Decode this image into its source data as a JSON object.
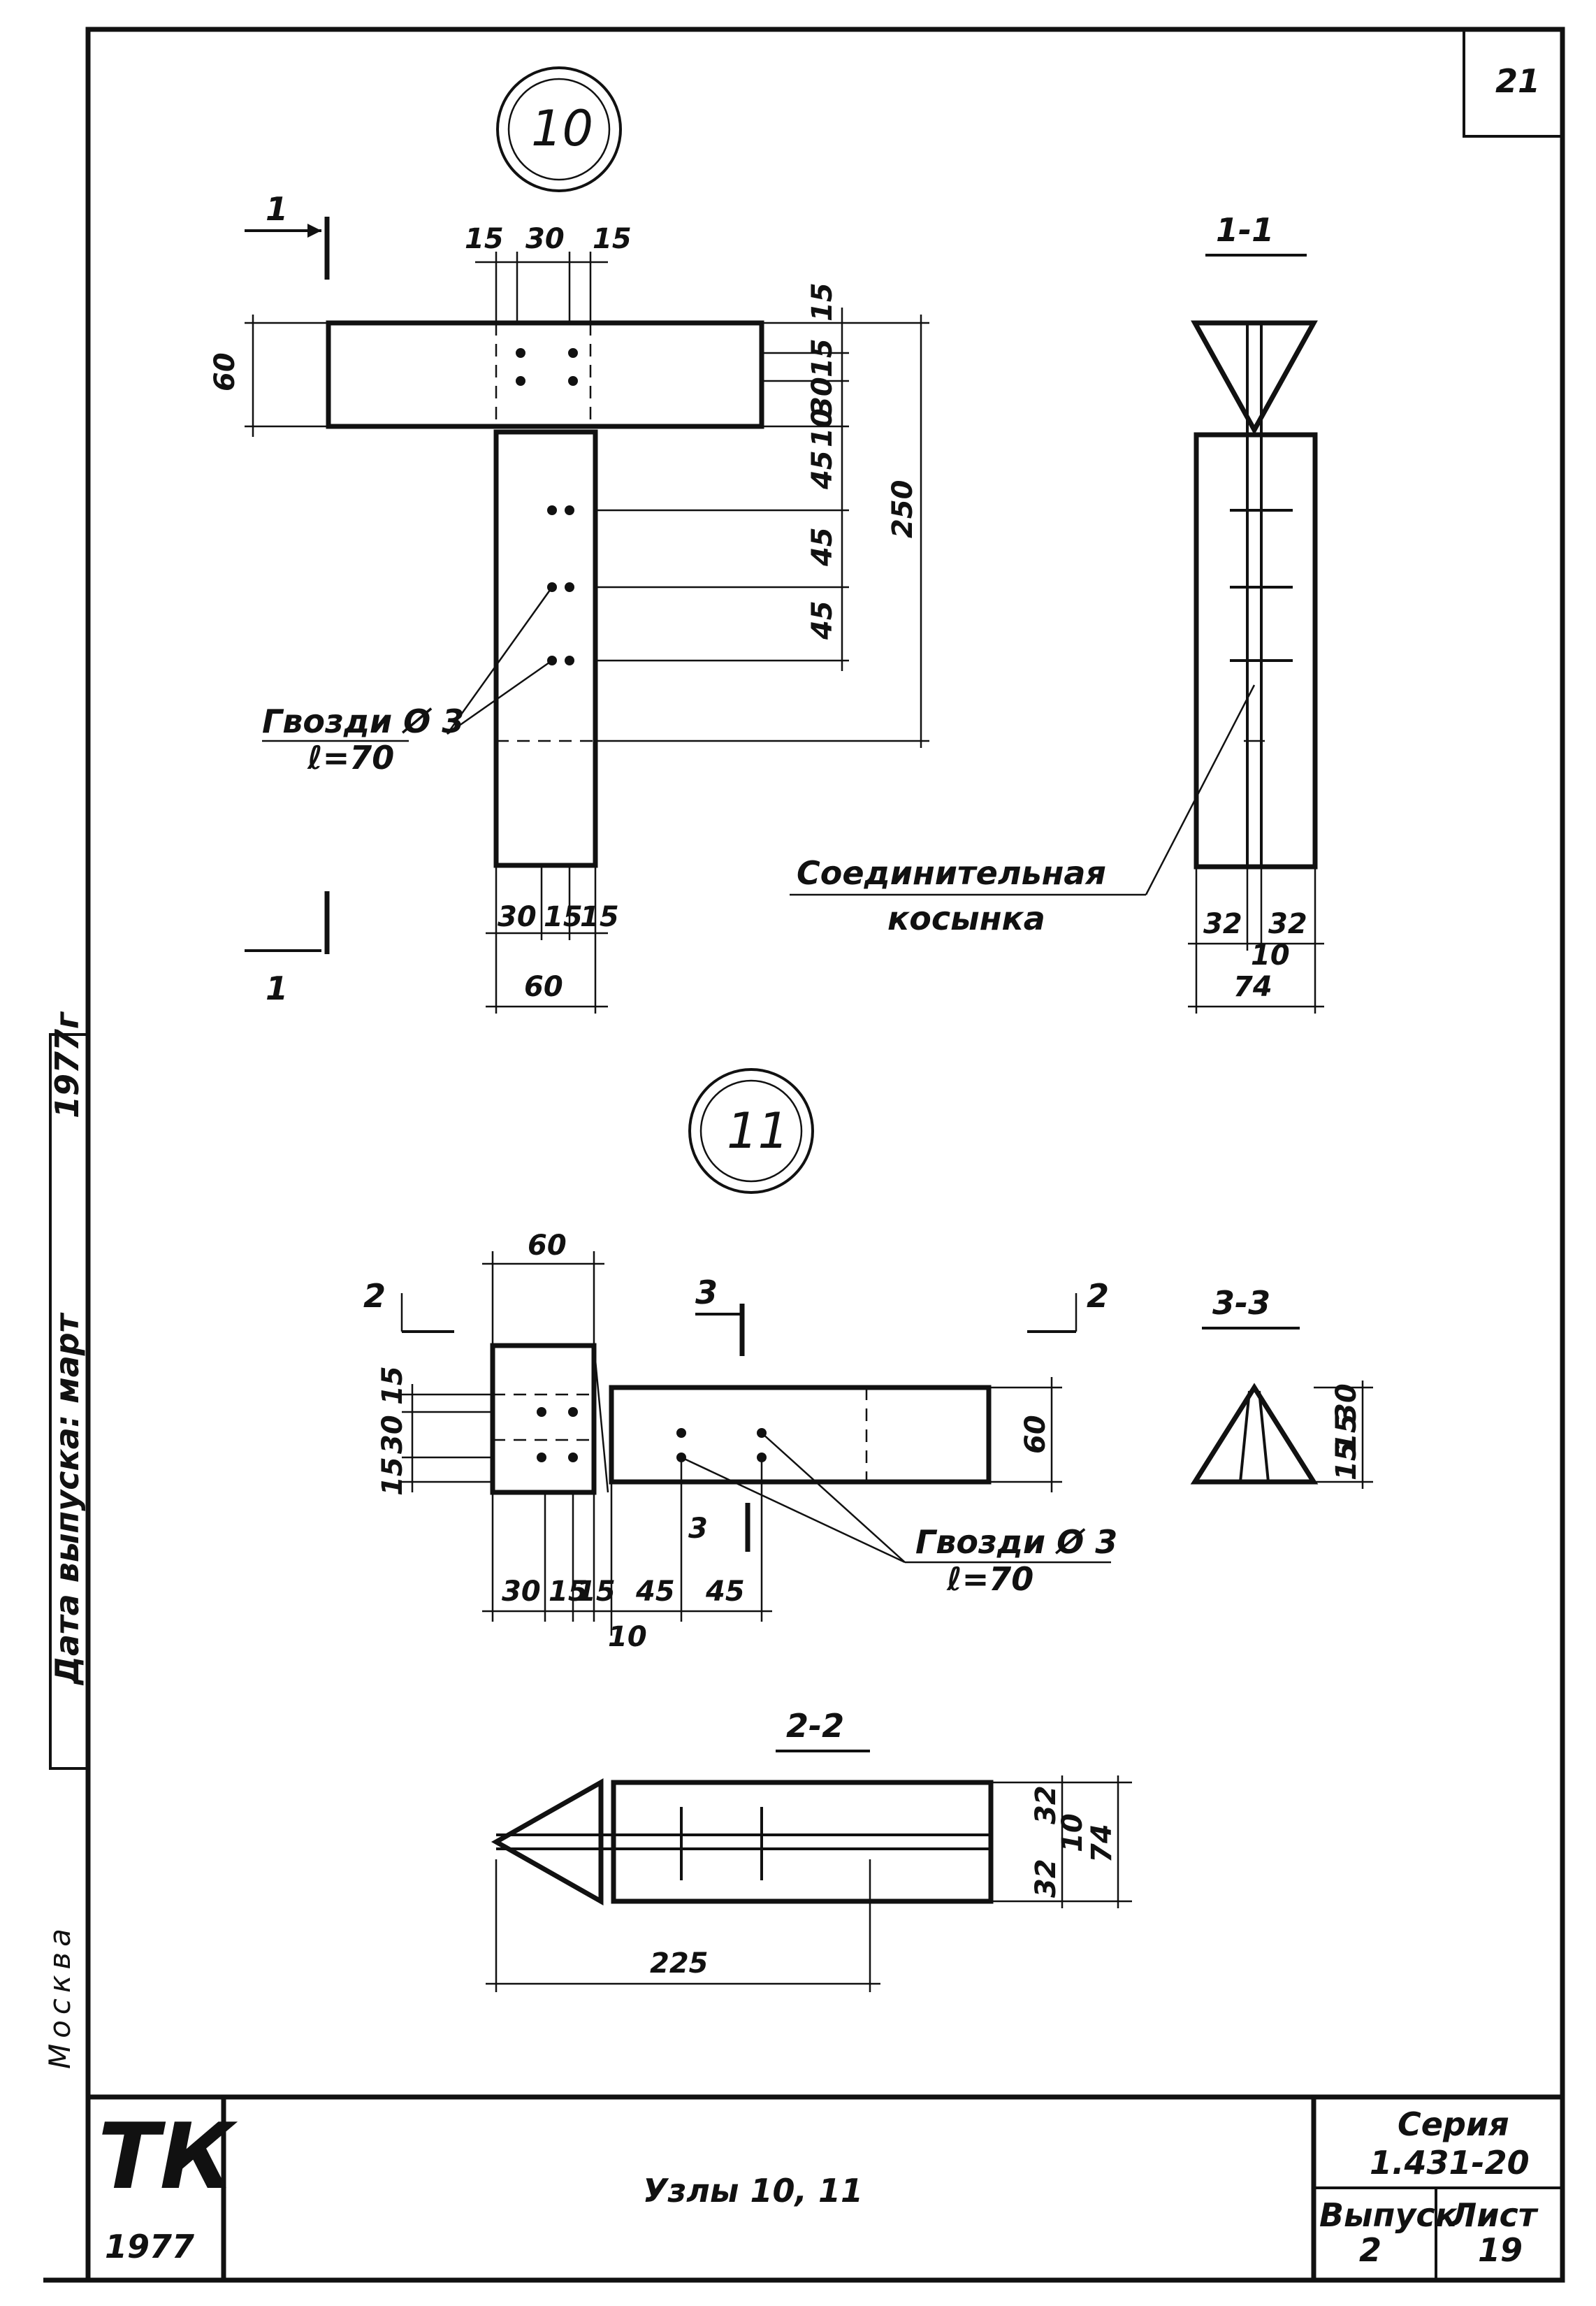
{
  "sheet_number": "21",
  "node10": {
    "circle_label": "10",
    "section_mark": "1",
    "section_title": "1-1",
    "top_dims": [
      "15",
      "30",
      "15"
    ],
    "left_dim": "60",
    "right_dims": [
      "15",
      "15",
      "30",
      "10",
      "45",
      "45",
      "45"
    ],
    "total_dim": "250",
    "bottom_dims": [
      "30",
      "15",
      "15"
    ],
    "bottom_total": "60",
    "nails_label": "Гвозди Ø 3",
    "nails_length": "ℓ=70",
    "connector_label_1": "Соединительная",
    "connector_label_2": "косынка",
    "section_dims": [
      "32",
      "32",
      "10",
      "74"
    ]
  },
  "node11": {
    "circle_label": "11",
    "section_mark_2": "2",
    "section_mark_3": "3",
    "section_title_33": "3-3",
    "section_title_22": "2-2",
    "top_dim": "60",
    "left_dims": [
      "15",
      "30",
      "15"
    ],
    "right_dim": "60",
    "bottom_dims": [
      "30",
      "15",
      "15",
      "45",
      "45",
      "10"
    ],
    "nails_label": "Гвозди Ø 3",
    "nails_length": "ℓ=70",
    "s33_dims": [
      "15",
      "15",
      "30"
    ],
    "s22_dims": [
      "32",
      "10",
      "32",
      "74"
    ],
    "s22_length": "225"
  },
  "side_stamp": {
    "date_label": "Дата выпуска: март",
    "year": "1977г",
    "city": "Москва"
  },
  "title_block": {
    "org": "ТК",
    "org_year": "1977",
    "title": "Узлы 10, 11",
    "series_label": "Серия",
    "series_value": "1.431-20",
    "issue_label": "Выпуск",
    "issue_value": "2",
    "sheet_label": "Лист",
    "sheet_value": "19"
  }
}
